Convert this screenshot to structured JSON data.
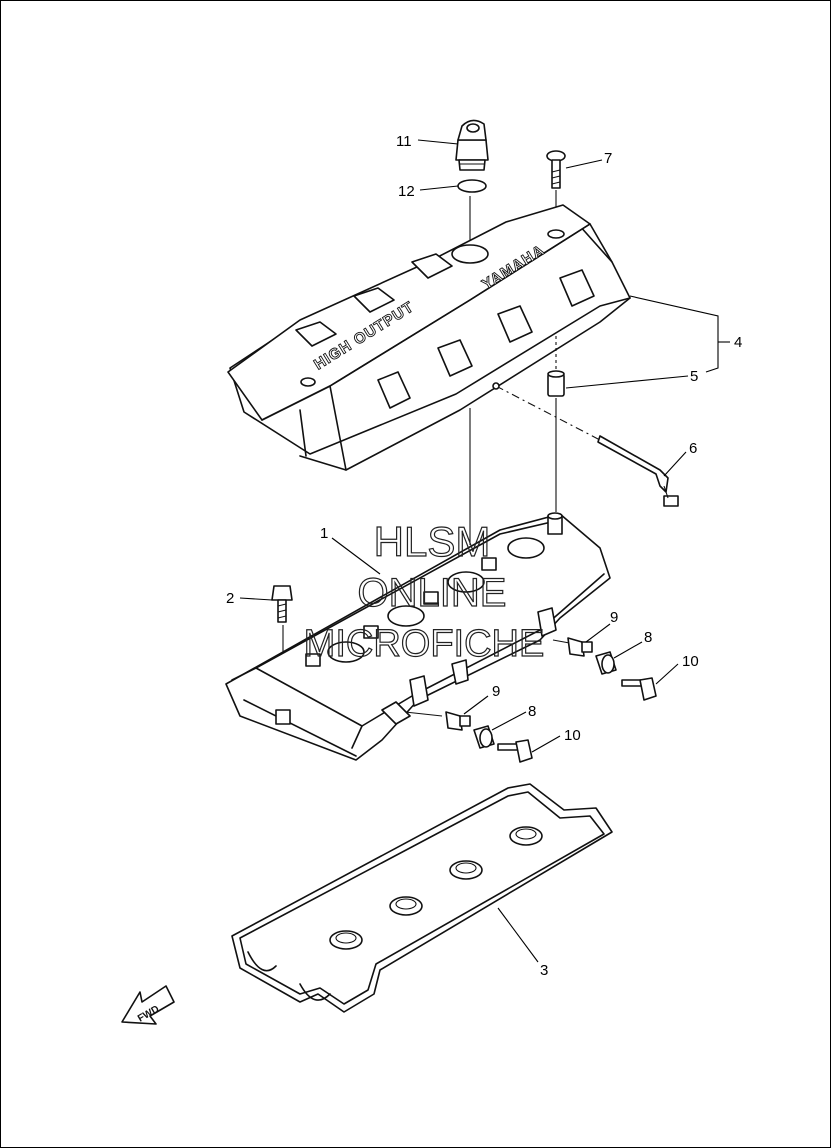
{
  "callouts": [
    {
      "id": "c11",
      "label": "11"
    },
    {
      "id": "c12",
      "label": "12"
    },
    {
      "id": "c7",
      "label": "7"
    },
    {
      "id": "c4",
      "label": "4"
    },
    {
      "id": "c5",
      "label": "5"
    },
    {
      "id": "c6",
      "label": "6"
    },
    {
      "id": "c1",
      "label": "1"
    },
    {
      "id": "c2",
      "label": "2"
    },
    {
      "id": "c9a",
      "label": "9"
    },
    {
      "id": "c8a",
      "label": "8"
    },
    {
      "id": "c10a",
      "label": "10"
    },
    {
      "id": "c9b",
      "label": "9"
    },
    {
      "id": "c8b",
      "label": "8"
    },
    {
      "id": "c10b",
      "label": "10"
    },
    {
      "id": "c3",
      "label": "3"
    }
  ],
  "cover_text": {
    "brand": "YAMAHA",
    "series": "HIGH OUTPUT"
  },
  "fwd_label": "FWD",
  "watermark": {
    "line1": "HLSM",
    "line2": "ONLINE",
    "line3": "MICROFICHE"
  }
}
